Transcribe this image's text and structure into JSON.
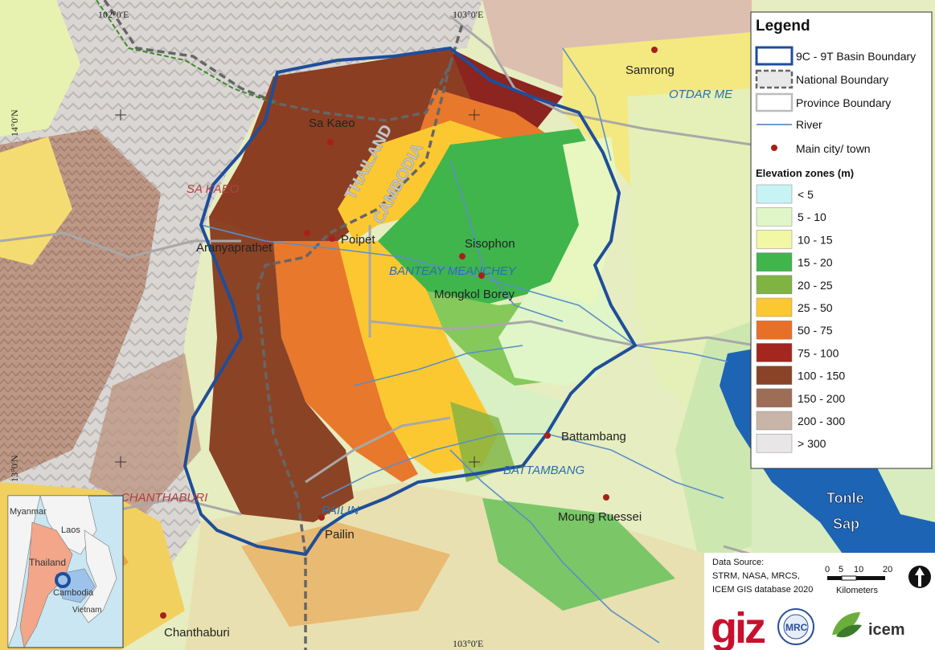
{
  "legend": {
    "title": "Legend",
    "items": [
      {
        "label": "9C - 9T Basin Boundary"
      },
      {
        "label": "National Boundary"
      },
      {
        "label": "Province Boundary"
      },
      {
        "label": "River"
      },
      {
        "label": "Main city/ town"
      }
    ],
    "zones_title": "Elevation zones (m)",
    "zones": [
      {
        "label": "< 5",
        "color": "#c7f3f5"
      },
      {
        "label": "5 - 10",
        "color": "#e0f6c8"
      },
      {
        "label": "10 - 15",
        "color": "#f2f7a3"
      },
      {
        "label": "15 - 20",
        "color": "#3fb54b"
      },
      {
        "label": "20 - 25",
        "color": "#7fb342"
      },
      {
        "label": "25 - 50",
        "color": "#fcc832"
      },
      {
        "label": "50 - 75",
        "color": "#e86f28"
      },
      {
        "label": "75 - 100",
        "color": "#a3261f"
      },
      {
        "label": "100 - 150",
        "color": "#8a4326"
      },
      {
        "label": "150 - 200",
        "color": "#9e6d55"
      },
      {
        "label": "200 - 300",
        "color": "#c9b5a8"
      },
      {
        "label": "> 300",
        "color": "#e8e6e6"
      }
    ],
    "basin_color": "#1f4e9a",
    "national_color": "#888888",
    "province_color": "#bdbdbd",
    "river_color": "#5b8fc6",
    "city_color": "#a8201a"
  },
  "coords": {
    "lon1": "102°0'E",
    "lon2": "103°0'E",
    "lon2b": "103°0'E",
    "lat1": "14°0'N",
    "lat2": "13°0'N"
  },
  "cities": {
    "samrong": "Samrong",
    "sakaeo": "Sa Kaeo",
    "aranyaprathet": "Aranyaprathet",
    "poipet": "Poipet",
    "sisophon": "Sisophon",
    "mongkol": "Mongkol Borey",
    "battambang": "Battambang",
    "moungruessei": "Moung Ruessei",
    "pailin": "Pailin",
    "chanthaburi": "Chanthaburi"
  },
  "provinces": {
    "otdar": "OTDAR ME",
    "sakaeo": "SA KAEO",
    "banteay": "BANTEAY MEANCHEY",
    "battambang": "BATTAMBANG",
    "pailin": "PAILIN",
    "chanthaburi": "CHANTHABURI"
  },
  "countries": {
    "thailand": "THAILAND",
    "cambodia": "CAMBODIA"
  },
  "lake": {
    "line1": "Tonle",
    "line2": "Sap"
  },
  "inset": {
    "myanmar": "Myanmar",
    "laos": "Laos",
    "thailand": "Thailand",
    "cambodia": "Cambodia",
    "vietnam": "Vietnam"
  },
  "source": {
    "line1": "Data Source:",
    "line2": "STRM, NASA, MRCS,",
    "line3": "ICEM GIS database 2020"
  },
  "scale": {
    "t0": "0",
    "t5": "5",
    "t10": "10",
    "t20": "20",
    "unit": "Kilometers"
  },
  "logos": {
    "giz": "giz",
    "mrc": "MRC",
    "icem": "icem"
  }
}
